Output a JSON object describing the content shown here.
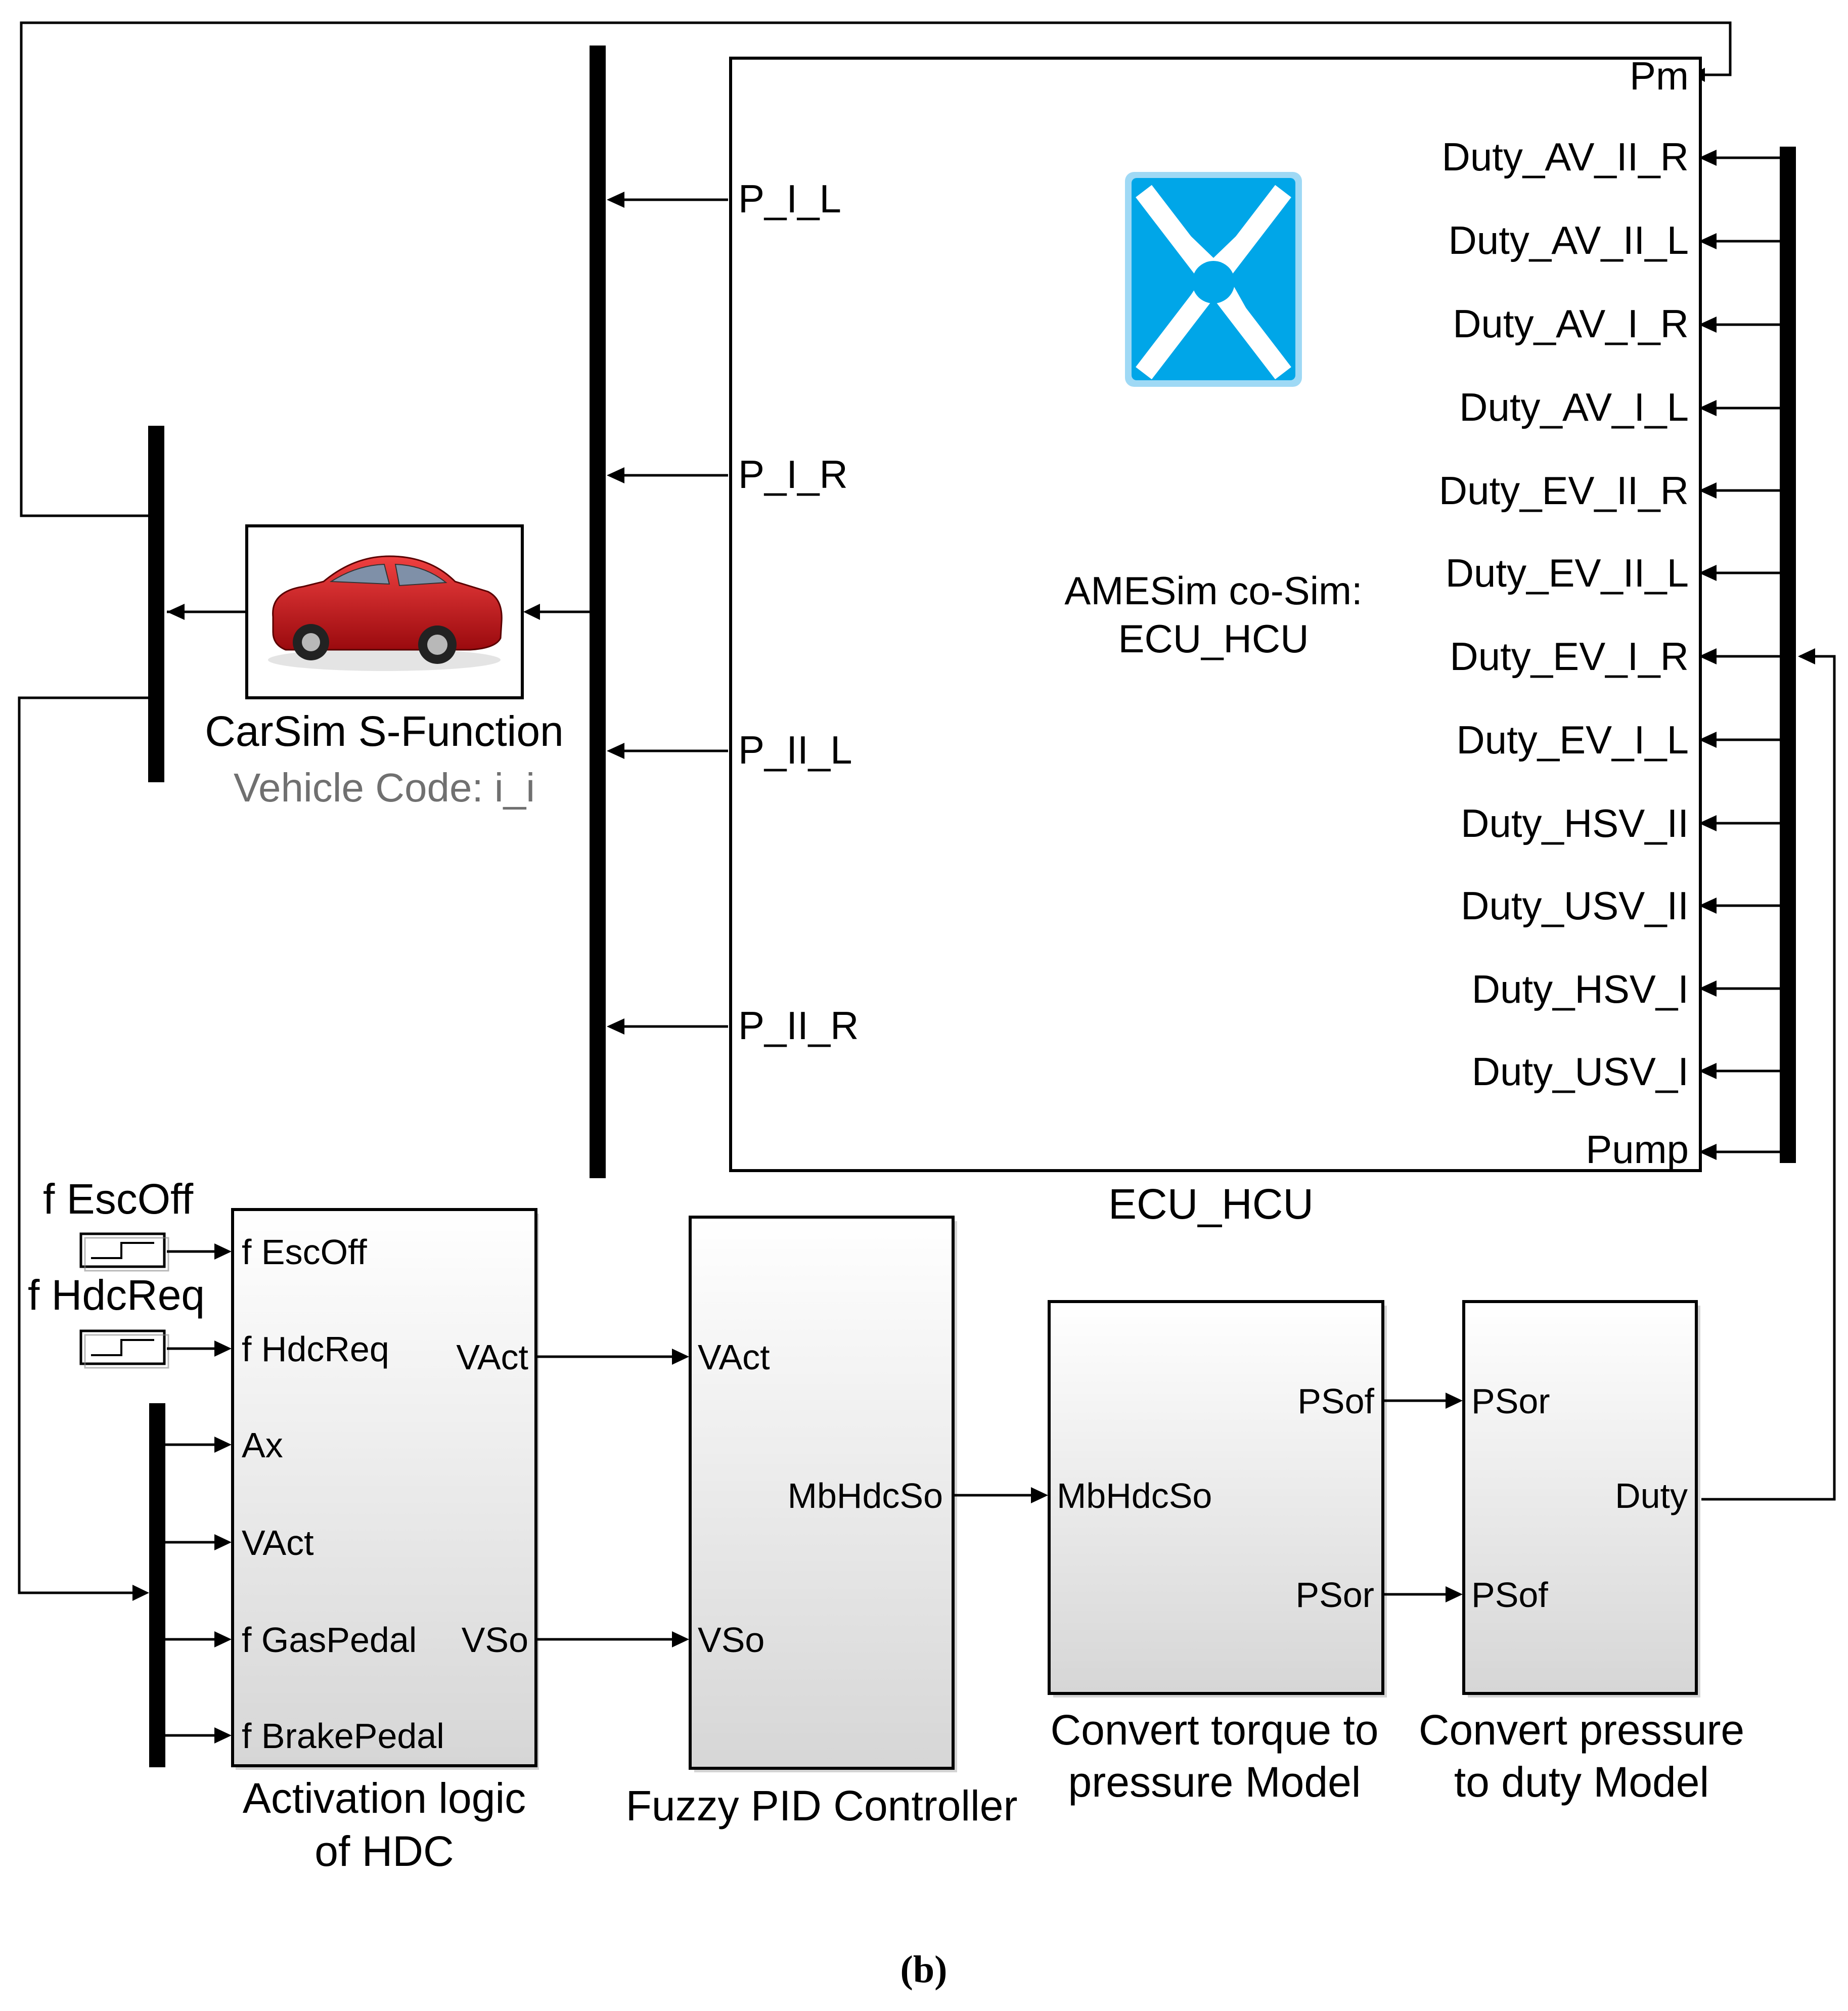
{
  "diagram": {
    "figure_label": "(b)",
    "ecu": {
      "caption": "ECU_HCU",
      "center_label_line1": "AMESim co-Sim:",
      "center_label_line2": "ECU_HCU",
      "logo_color": "#00a6e8",
      "outputs": [
        "P_I_L",
        "P_I_R",
        "P_II_L",
        "P_II_R"
      ],
      "inputs": [
        "Pm",
        "Duty_AV_II_R",
        "Duty_AV_II_L",
        "Duty_AV_I_R",
        "Duty_AV_I_L",
        "Duty_EV_II_R",
        "Duty_EV_II_L",
        "Duty_EV_I_R",
        "Duty_EV_I_L",
        "Duty_HSV_II",
        "Duty_USV_II",
        "Duty_HSV_I",
        "Duty_USV_I",
        "Pump"
      ]
    },
    "carsim": {
      "caption": "CarSim S-Function",
      "vehicle_code": "Vehicle Code: i_i",
      "car_color": "#d0141a"
    },
    "activation": {
      "caption_line1": "Activation logic",
      "caption_line2": "of HDC",
      "inputs": [
        "f EscOff",
        "f HdcReq",
        "Ax",
        "VAct",
        "f GasPedal",
        "f BrakePedal"
      ],
      "outputs": [
        "VAct",
        "VSo"
      ]
    },
    "step_blocks": [
      "f EscOff",
      "f HdcReq"
    ],
    "fuzzy": {
      "caption": "Fuzzy PID Controller",
      "inputs": [
        "VAct",
        "VSo"
      ],
      "output": "MbHdcSo"
    },
    "torque": {
      "caption_line1": "Convert torque to",
      "caption_line2": "pressure Model",
      "input": "MbHdcSo",
      "outputs": [
        "PSof",
        "PSor"
      ]
    },
    "duty": {
      "caption_line1": "Convert pressure",
      "caption_line2": "to duty Model",
      "inputs": [
        "PSor",
        "PSof"
      ],
      "output": "Duty"
    }
  }
}
